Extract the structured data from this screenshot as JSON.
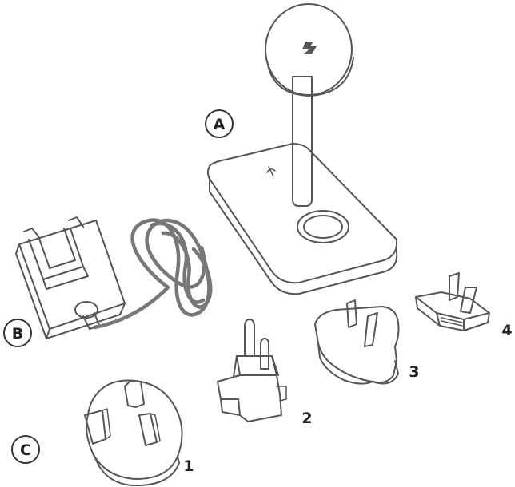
{
  "callouts": {
    "a": "A",
    "b": "B",
    "c": "C"
  },
  "numbers": {
    "n1": "1",
    "n2": "2",
    "n3": "3",
    "n4": "4"
  },
  "icons": {
    "disc_logo": "brand-logo-icon",
    "base_symbol": "wireless-charging-icon"
  },
  "colors": {
    "line": "#555555",
    "cable": "#777777",
    "label": "#222222"
  }
}
